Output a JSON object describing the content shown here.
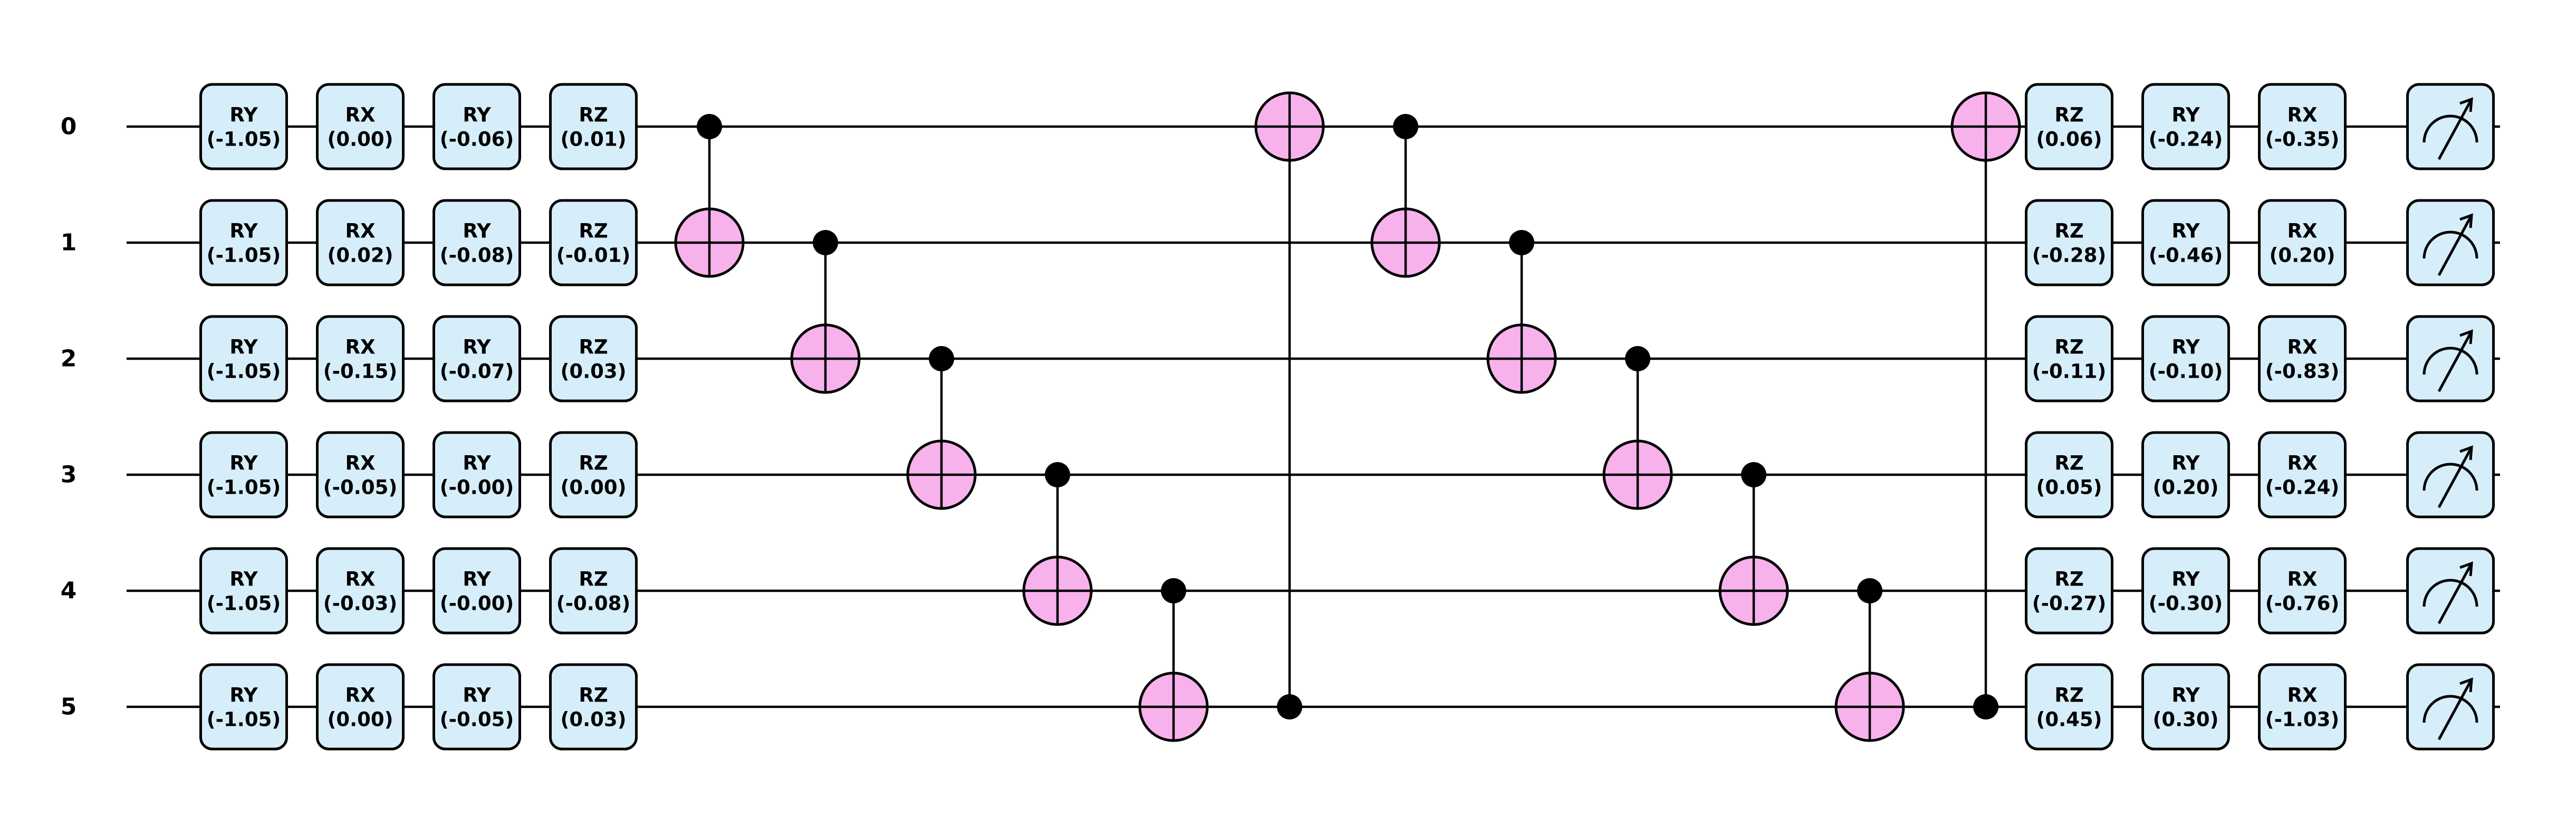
{
  "circuit": {
    "qubits": [
      "0",
      "1",
      "2",
      "3",
      "4",
      "5"
    ],
    "colors": {
      "gate_fill": "#d6eefa",
      "target_fill": "#f7b2ec",
      "wire": "#000000"
    },
    "gate_columns": [
      {
        "gates": [
          {
            "name": "RY",
            "param": "(-1.05)"
          },
          {
            "name": "RY",
            "param": "(-1.05)"
          },
          {
            "name": "RY",
            "param": "(-1.05)"
          },
          {
            "name": "RY",
            "param": "(-1.05)"
          },
          {
            "name": "RY",
            "param": "(-1.05)"
          },
          {
            "name": "RY",
            "param": "(-1.05)"
          }
        ]
      },
      {
        "gates": [
          {
            "name": "RX",
            "param": "(0.00)"
          },
          {
            "name": "RX",
            "param": "(0.02)"
          },
          {
            "name": "RX",
            "param": "(-0.15)"
          },
          {
            "name": "RX",
            "param": "(-0.05)"
          },
          {
            "name": "RX",
            "param": "(-0.03)"
          },
          {
            "name": "RX",
            "param": "(0.00)"
          }
        ]
      },
      {
        "gates": [
          {
            "name": "RY",
            "param": "(-0.06)"
          },
          {
            "name": "RY",
            "param": "(-0.08)"
          },
          {
            "name": "RY",
            "param": "(-0.07)"
          },
          {
            "name": "RY",
            "param": "(-0.00)"
          },
          {
            "name": "RY",
            "param": "(-0.00)"
          },
          {
            "name": "RY",
            "param": "(-0.05)"
          }
        ]
      },
      {
        "gates": [
          {
            "name": "RZ",
            "param": "(0.01)"
          },
          {
            "name": "RZ",
            "param": "(-0.01)"
          },
          {
            "name": "RZ",
            "param": "(0.03)"
          },
          {
            "name": "RZ",
            "param": "(0.00)"
          },
          {
            "name": "RZ",
            "param": "(-0.08)"
          },
          {
            "name": "RZ",
            "param": "(0.03)"
          }
        ]
      },
      {
        "gates": [
          {
            "name": "RZ",
            "param": "(0.06)"
          },
          {
            "name": "RZ",
            "param": "(-0.28)"
          },
          {
            "name": "RZ",
            "param": "(-0.11)"
          },
          {
            "name": "RZ",
            "param": "(0.05)"
          },
          {
            "name": "RZ",
            "param": "(-0.27)"
          },
          {
            "name": "RZ",
            "param": "(0.45)"
          }
        ]
      },
      {
        "gates": [
          {
            "name": "RY",
            "param": "(-0.24)"
          },
          {
            "name": "RY",
            "param": "(-0.46)"
          },
          {
            "name": "RY",
            "param": "(-0.10)"
          },
          {
            "name": "RY",
            "param": "(0.20)"
          },
          {
            "name": "RY",
            "param": "(-0.30)"
          },
          {
            "name": "RY",
            "param": "(0.30)"
          }
        ]
      },
      {
        "gates": [
          {
            "name": "RX",
            "param": "(-0.35)"
          },
          {
            "name": "RX",
            "param": "(0.20)"
          },
          {
            "name": "RX",
            "param": "(-0.83)"
          },
          {
            "name": "RX",
            "param": "(-0.24)"
          },
          {
            "name": "RX",
            "param": "(-0.76)"
          },
          {
            "name": "RX",
            "param": "(-1.03)"
          }
        ]
      }
    ],
    "cnots": [
      {
        "control": 0,
        "target": 1
      },
      {
        "control": 1,
        "target": 2
      },
      {
        "control": 2,
        "target": 3
      },
      {
        "control": 3,
        "target": 4
      },
      {
        "control": 4,
        "target": 5
      },
      {
        "control": 5,
        "target": 0
      },
      {
        "control": 0,
        "target": 1
      },
      {
        "control": 1,
        "target": 2
      },
      {
        "control": 2,
        "target": 3
      },
      {
        "control": 3,
        "target": 4
      },
      {
        "control": 4,
        "target": 5
      },
      {
        "control": 5,
        "target": 0
      }
    ],
    "measurements": [
      0,
      1,
      2,
      3,
      4,
      5
    ]
  }
}
